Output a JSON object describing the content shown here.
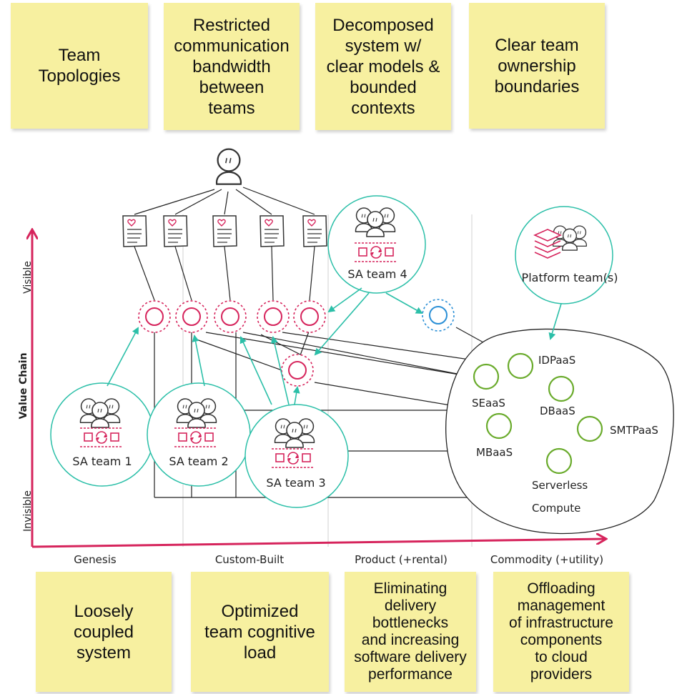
{
  "top_notes": [
    "Team\nTopologies",
    "Restricted\ncommunication\nbandwidth\nbetween\nteams",
    "Decomposed\nsystem w/\nclear models &\nbounded\ncontexts",
    "Clear team\nownership\nboundaries"
  ],
  "bottom_notes": [
    "Loosely\ncoupled\nsystem",
    "Optimized\nteam cognitive\nload",
    "Eliminating\ndelivery\nbottlenecks\nand increasing\nsoftware delivery\nperformance",
    "Offloading\nmanagement\nof infrastructure\ncomponents\nto cloud\nproviders"
  ],
  "axis": {
    "y_title": "Value Chain",
    "y_top": "Visible",
    "y_bottom": "Invisible",
    "stages": [
      "Genesis",
      "Custom-Built",
      "Product (+rental)",
      "Commodity (+utility)"
    ]
  },
  "teams": {
    "sa1": "SA team 1",
    "sa2": "SA team 2",
    "sa3": "SA team 3",
    "sa4": "SA team 4",
    "platform": "Platform team(s)"
  },
  "services": {
    "idpaas": "IDPaaS",
    "seaas": "SEaaS",
    "dbaas": "DBaaS",
    "smtpaas": "SMTPaaS",
    "mbaas": "MBaaS",
    "serverless": "Serverless",
    "compute": "Compute"
  },
  "colors": {
    "sticky": "#f7f0a0",
    "axis": "#d6245c",
    "team_ring": "#2bbfa8",
    "component": "#d6245c",
    "product_component": "#2a8fd6",
    "service": "#6aab2c",
    "line": "#222222"
  },
  "icons": [
    "user-icon",
    "document-heart-icon",
    "team-people-icon",
    "flow-icon",
    "stack-icon"
  ]
}
